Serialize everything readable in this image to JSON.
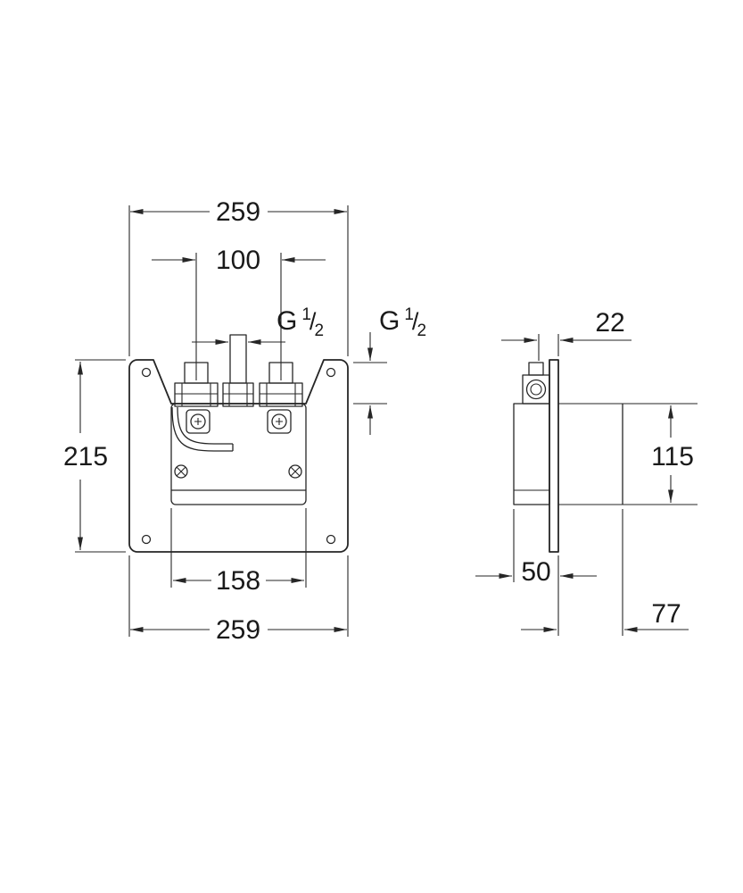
{
  "drawing": {
    "background": "#ffffff",
    "ink": "#262626",
    "dimensions": {
      "overall_width_top": "259",
      "port_spacing": "100",
      "overall_height": "215",
      "body_width": "158",
      "overall_width_bottom": "259",
      "wall_offset": "22",
      "body_height": "115",
      "recess_depth": "50",
      "total_depth": "77"
    },
    "threads": {
      "front": {
        "prefix": "G",
        "numerator": "1",
        "slash": "/",
        "denominator": "2"
      },
      "side": {
        "prefix": "G",
        "numerator": "1",
        "slash": "/",
        "denominator": "2"
      }
    }
  }
}
